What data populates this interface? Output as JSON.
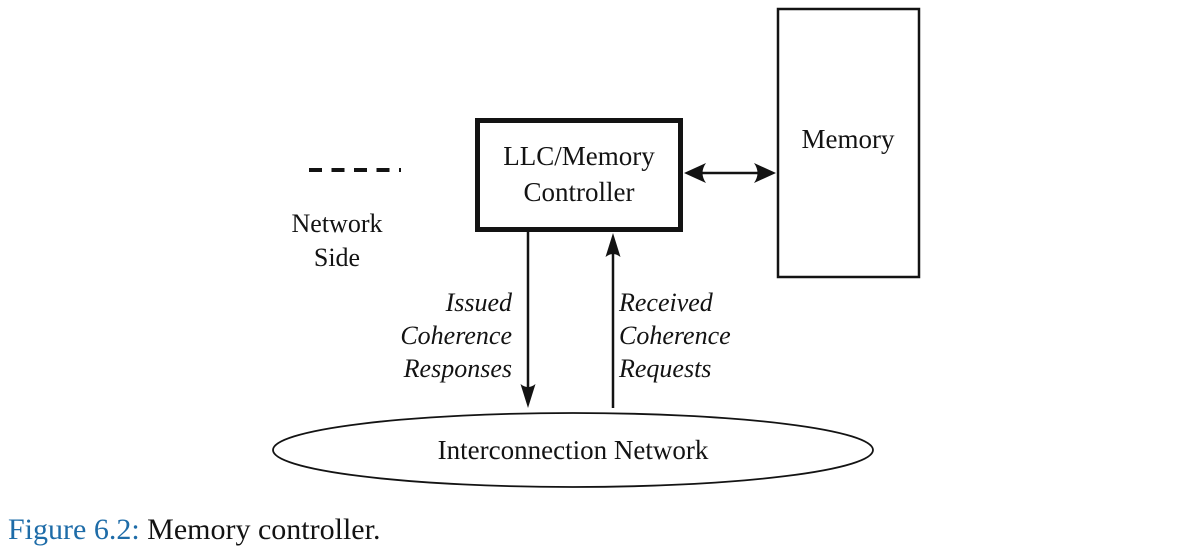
{
  "diagram": {
    "llc_box": {
      "line1": "LLC/Memory",
      "line2": "Controller"
    },
    "memory_box": {
      "label": "Memory"
    },
    "network_side": {
      "line1": "Network",
      "line2": "Side"
    },
    "issued_flow": {
      "line1": "Issued",
      "line2": "Coherence",
      "line3": "Responses"
    },
    "received_flow": {
      "line1": "Received",
      "line2": "Coherence",
      "line3": "Requests"
    },
    "interconnect": {
      "label": "Interconnection Network"
    }
  },
  "caption": {
    "figure_label": "Figure 6.2:",
    "text": " Memory controller."
  },
  "colors": {
    "ink": "#131313",
    "caption_accent": "#1e6ca8",
    "background": "#ffffff"
  }
}
